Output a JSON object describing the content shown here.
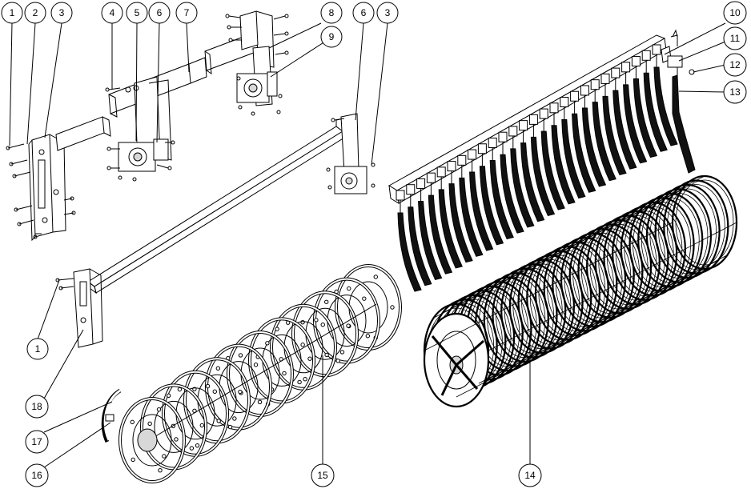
{
  "callouts": [
    {
      "id": "c1",
      "label": "1"
    },
    {
      "id": "c2",
      "label": "2"
    },
    {
      "id": "c3",
      "label": "3"
    },
    {
      "id": "c4",
      "label": "4"
    },
    {
      "id": "c5",
      "label": "5"
    },
    {
      "id": "c6",
      "label": "6"
    },
    {
      "id": "c7",
      "label": "7"
    },
    {
      "id": "c8",
      "label": "8"
    },
    {
      "id": "c9",
      "label": "9"
    },
    {
      "id": "c6b",
      "label": "6"
    },
    {
      "id": "c3b",
      "label": "3"
    },
    {
      "id": "c10",
      "label": "10"
    },
    {
      "id": "c11",
      "label": "11"
    },
    {
      "id": "c12",
      "label": "12"
    },
    {
      "id": "c13",
      "label": "13"
    },
    {
      "id": "c1b",
      "label": "1"
    },
    {
      "id": "c18",
      "label": "18"
    },
    {
      "id": "c17",
      "label": "17"
    },
    {
      "id": "c16",
      "label": "16"
    },
    {
      "id": "c15",
      "label": "15"
    },
    {
      "id": "c14",
      "label": "14"
    }
  ],
  "colors": {
    "line": "#000000",
    "fill": "#ffffff",
    "dark": "#111111",
    "shade": "#d8d8d8"
  }
}
